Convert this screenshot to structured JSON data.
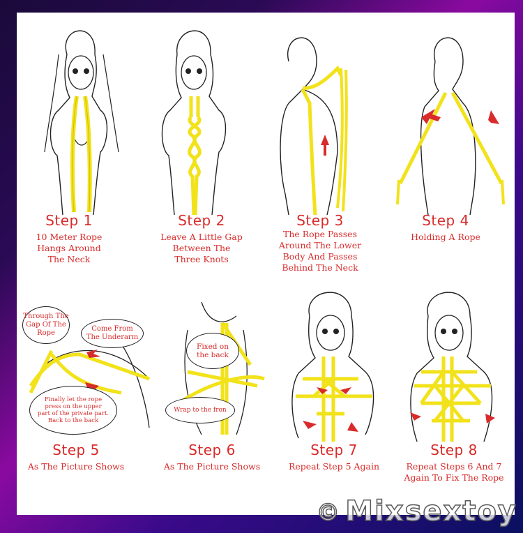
{
  "steps": [
    {
      "title": "Step 1",
      "desc": "10 Meter Rope\nHangs Around\nThe Neck"
    },
    {
      "title": "Step 2",
      "desc": "Leave A Little Gap\nBetween The\nThree Knots"
    },
    {
      "title": "Step 3",
      "desc": "The Rope Passes\nAround The Lower\nBody And Passes\nBehind The Neck"
    },
    {
      "title": "Step 4",
      "desc": "Holding A Rope"
    },
    {
      "title": "Step 5",
      "desc": "As The Picture Shows"
    },
    {
      "title": "Step 6",
      "desc": "As The Picture Shows"
    },
    {
      "title": "Step 7",
      "desc": "Repeat Step 5 Again"
    },
    {
      "title": "Step 8",
      "desc": "Repeat Steps 6 And 7\nAgain To Fix The Rope"
    }
  ],
  "bubbles": {
    "gap": "Through The\nGap Of The\nRope",
    "underarm": "Come From\nThe Underarm",
    "private": "Finally let the rope\npress on the upper\npart of the private part.\nBack to the back",
    "fixed": "Fixed on\nthe back",
    "wrap": "Wrap to the fron"
  },
  "watermark": {
    "symbol": "©",
    "text": "Mixsextoy"
  },
  "colors": {
    "rope": "#f2e21a",
    "arrow": "#d92b2b",
    "text": "#d92b2b",
    "outline": "#222222"
  }
}
